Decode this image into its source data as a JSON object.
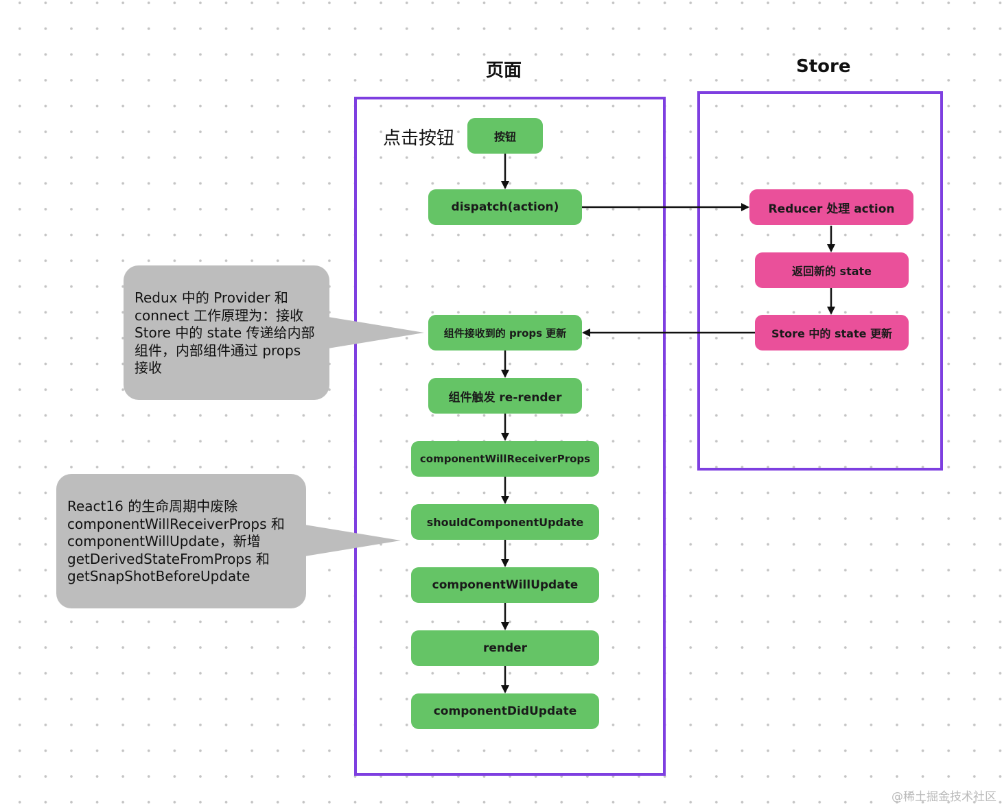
{
  "columns": {
    "page_title": "页面",
    "store_title": "Store"
  },
  "page_flow": {
    "click_label": "点击按钮",
    "button": "按钮",
    "dispatch": "dispatch(action)",
    "props_update": "组件接收到的 props 更新",
    "rerender": "组件触发 re-render",
    "will_receive_props": "componentWillReceiverProps",
    "should_update": "shouldComponentUpdate",
    "will_update": "componentWillUpdate",
    "render": "render",
    "did_update": "componentDidUpdate"
  },
  "store_flow": {
    "reducer": "Reducer 处理 action",
    "return_state": "返回新的 state",
    "state_updated": "Store 中的 state 更新"
  },
  "callouts": {
    "redux": [
      "Redux 中的 Provider 和",
      "connect 工作原理为：接收",
      "Store 中的 state 传递给内部",
      "组件，内部组件通过 props",
      "接收"
    ],
    "lifecycle": [
      "React16 的生命周期中废除",
      "componentWillReceiverProps 和",
      "componentWillUpdate，新增",
      "getDerivedStateFromProps 和",
      "getSnapShotBeforeUpdate"
    ]
  },
  "colors": {
    "frame": "#7e3fe0",
    "page_node": "#65c466",
    "store_node": "#ea509a",
    "callout": "#bdbdbd"
  },
  "watermark": "@稀土掘金技术社区"
}
